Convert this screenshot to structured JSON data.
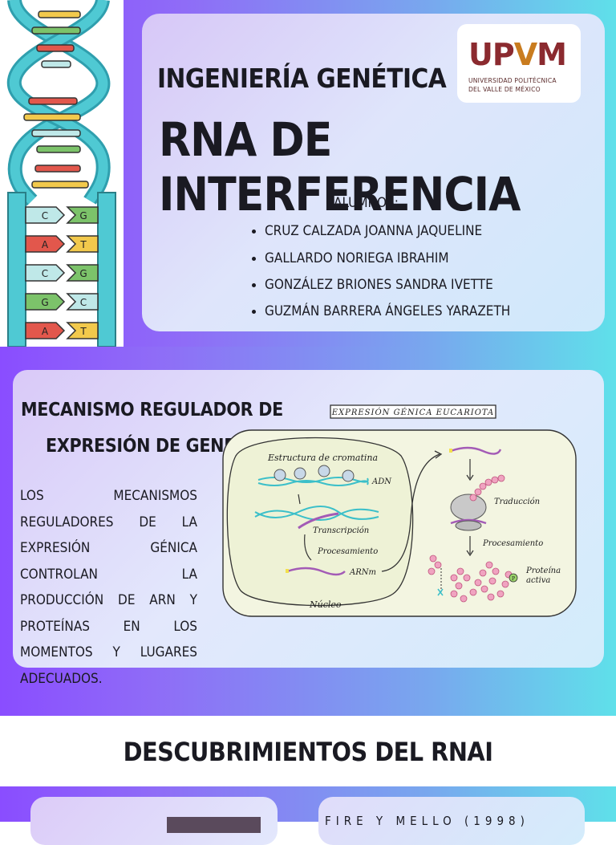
{
  "title_section": {
    "subject": "INGENIERÍA GENÉTICA",
    "title": "RNA DE INTERFERENCIA",
    "students_label": "ALUMNOS:",
    "students": [
      "CRUZ CALZADA JOANNA JAQUELINE",
      "GALLARDO NORIEGA IBRAHIM",
      "GONZÁLEZ BRIONES SANDRA IVETTE",
      "GUZMÁN BARRERA ÁNGELES YARAZETH"
    ],
    "logo": {
      "wordmark": "UPVM",
      "line1": "UNIVERSIDAD POLITÉCNICA",
      "line2": "DEL VALLE DE MÉXICO"
    }
  },
  "dna_pairs": [
    {
      "left": "C",
      "right": "G",
      "lcolor": "#bfe8e8",
      "rcolor": "#7cc36a"
    },
    {
      "left": "A",
      "right": "T",
      "lcolor": "#e2574c",
      "rcolor": "#f2c94c"
    },
    {
      "left": "C",
      "right": "G",
      "lcolor": "#bfe8e8",
      "rcolor": "#7cc36a"
    },
    {
      "left": "G",
      "right": "C",
      "lcolor": "#7cc36a",
      "rcolor": "#bfe8e8"
    },
    {
      "left": "A",
      "right": "T",
      "lcolor": "#e2574c",
      "rcolor": "#f2c94c"
    }
  ],
  "mechanism": {
    "heading_line1": "MECANISMO REGULADOR DE",
    "heading_line2": "EXPRESIÓN DE GENES",
    "body": "LOS MECANISMOS REGULADORES DE LA EXPRESIÓN GÉNICA CONTROLAN LA PRODUCCIÓN DE ARN Y PROTEÍNAS EN LOS MOMENTOS Y LUGARES ADECUADOS."
  },
  "diagram": {
    "title": "EXPRESIÓN GÉNICA EUCARIOTA",
    "chromatin": "Estructura de cromatina",
    "adn": "ADN",
    "transcription": "Transcripción",
    "processing": "Procesamiento",
    "arnm": "ARNm",
    "nucleus": "Núcleo",
    "translation": "Traducción",
    "processing2": "Procesamiento",
    "protein_line1": "Proteína",
    "protein_line2": "activa",
    "p_marker": "P"
  },
  "discoveries": {
    "title": "DESCUBRIMIENTOS DEL RNAI",
    "fire_text": "FIRE Y MELLO (1998)"
  },
  "colors": {
    "gradient_start": "#8a4dff",
    "gradient_end": "#5fe0ea",
    "dna_backbone": "#3bbfc9",
    "logo_red": "#8b2a2f",
    "logo_gold": "#c97c1f"
  }
}
